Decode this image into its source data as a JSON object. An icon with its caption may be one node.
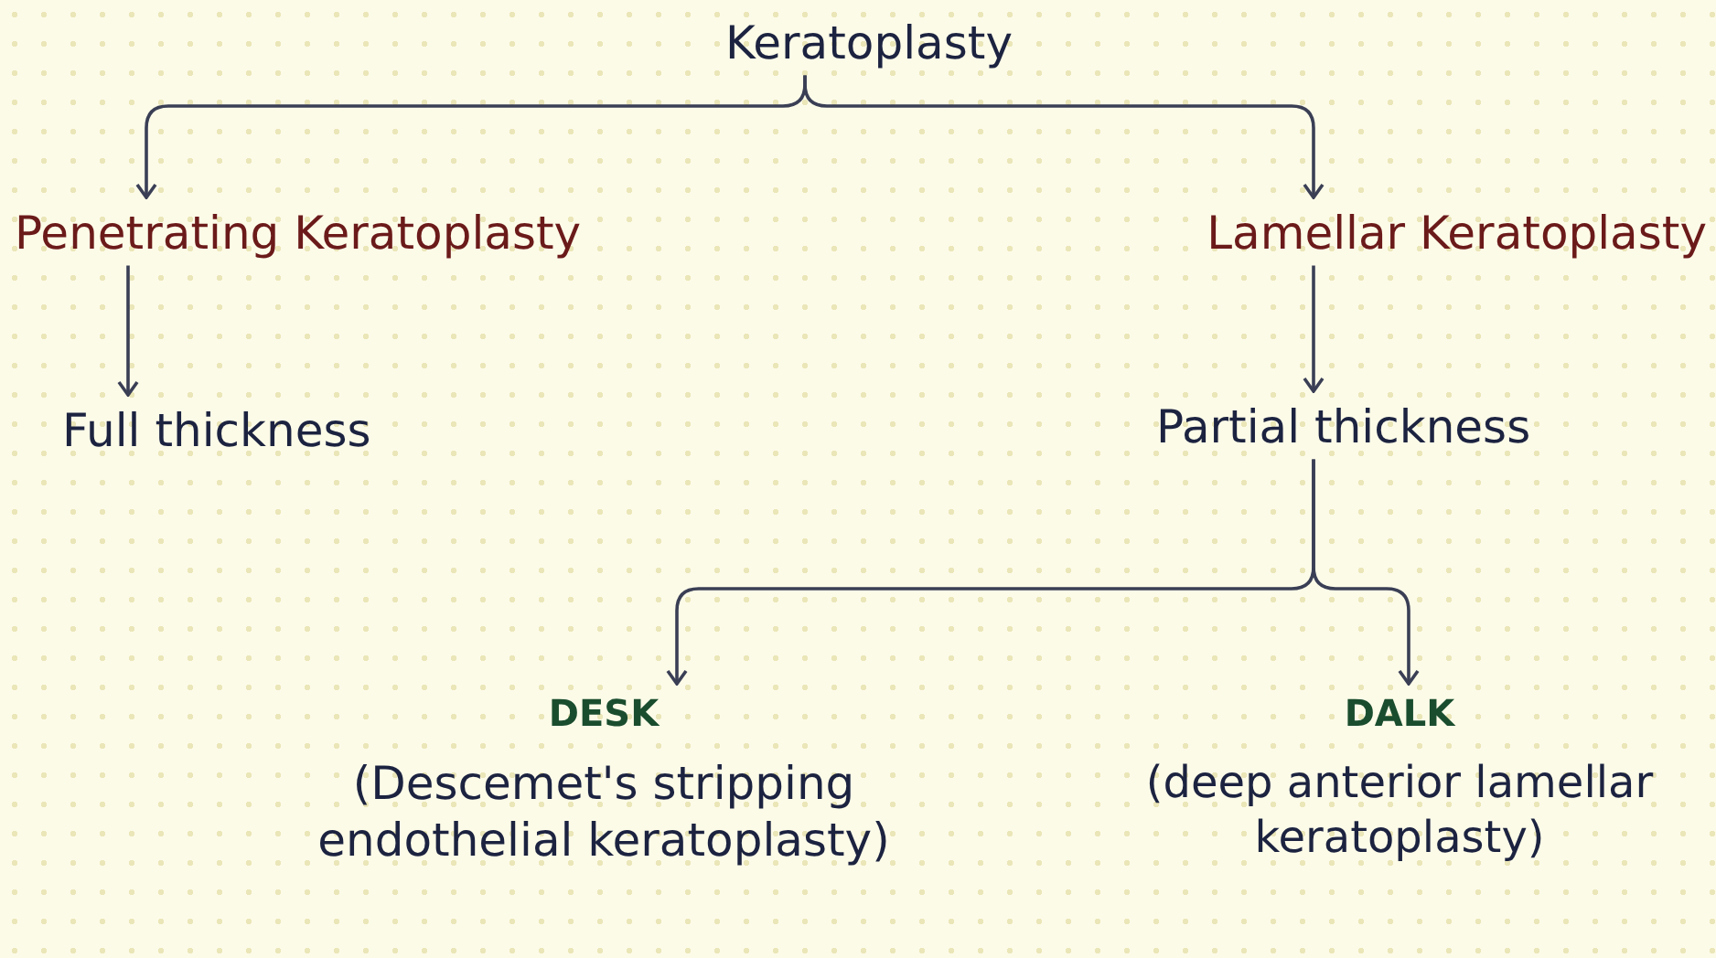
{
  "diagram": {
    "nodes": [
      {
        "text": [
          "Keratoplasty"
        ]
      },
      {
        "text": [
          "Penetrating Keratoplasty"
        ]
      },
      {
        "text": [
          "Lamellar Keratoplasty"
        ]
      },
      {
        "text": [
          "Full thickness"
        ]
      },
      {
        "text": [
          "Partial thickness"
        ]
      },
      {
        "text": [
          "DESK",
          "(Descemet's stripping endothelial keratoplasty)"
        ]
      },
      {
        "text": [
          "DALK",
          "(deep anterior lamellar keratoplasty)"
        ]
      }
    ],
    "edges": [
      {
        "from": 0,
        "to": 1,
        "arrow": "to"
      },
      {
        "from": 0,
        "to": 2,
        "arrow": "to"
      },
      {
        "from": 1,
        "to": 3,
        "arrow": "to"
      },
      {
        "from": 2,
        "to": 4,
        "arrow": "to"
      },
      {
        "from": 4,
        "to": 5,
        "arrow": "to"
      },
      {
        "from": 4,
        "to": 6,
        "arrow": "to"
      }
    ]
  }
}
